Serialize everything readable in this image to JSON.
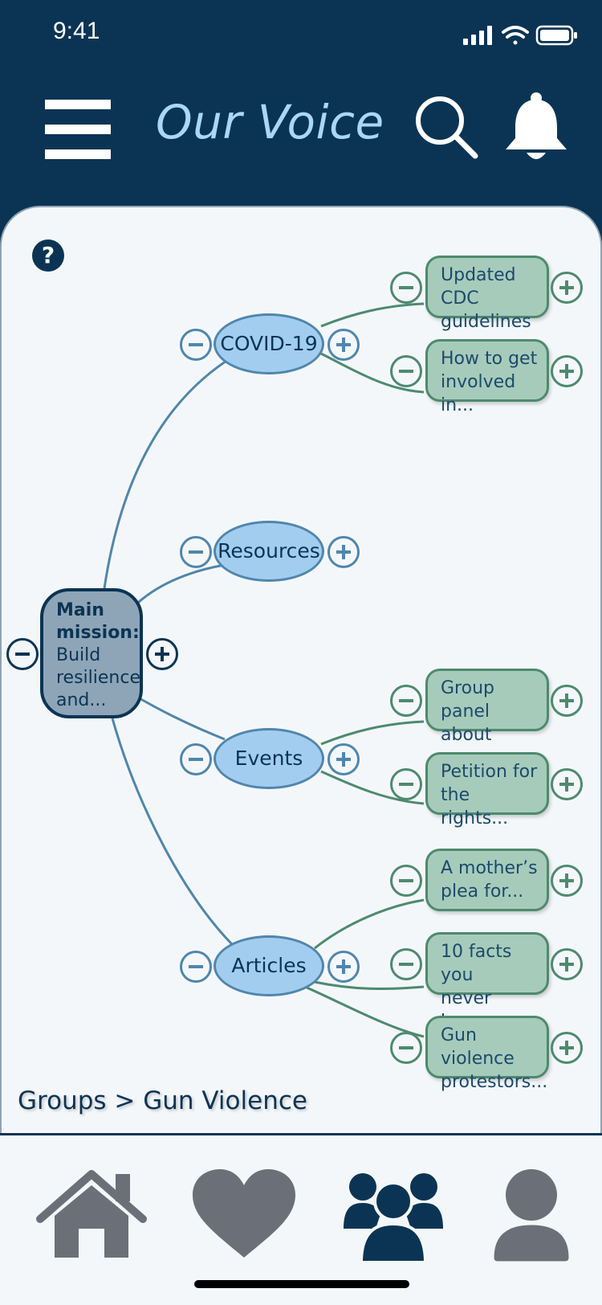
{
  "status_bar": {
    "time": "9:41"
  },
  "header": {
    "title": "Our Voice"
  },
  "help": {
    "label": "?"
  },
  "mindmap": {
    "main": {
      "title": "Main mission:",
      "line1": "Build",
      "line2": "resilience",
      "line3": "and..."
    },
    "branches": {
      "covid": "COVID-19",
      "resources": "Resources",
      "events": "Events",
      "articles": "Articles"
    },
    "leaves": {
      "cdc": [
        "Updated CDC",
        "guidelines"
      ],
      "involved": [
        "How to get",
        "involved in..."
      ],
      "panel": [
        "Group panel",
        "about gun..."
      ],
      "petition": [
        "Petition for",
        "the rights..."
      ],
      "mother": [
        "A mother’s",
        "plea for..."
      ],
      "facts": [
        "10 facts you",
        "never knew..."
      ],
      "protestors": [
        "Gun violence",
        "protestors..."
      ]
    }
  },
  "breadcrumb": {
    "parent": "Groups",
    "separator": ">",
    "current": "Gun Violence"
  },
  "tabs": [
    {
      "name": "home",
      "icon": "home-icon",
      "active": false
    },
    {
      "name": "favorites",
      "icon": "heart-icon",
      "active": false
    },
    {
      "name": "groups",
      "icon": "groups-icon",
      "active": true
    },
    {
      "name": "profile",
      "icon": "profile-icon",
      "active": false
    }
  ],
  "colors": {
    "header_bg": "#0b3454",
    "title": "#a9d8f6",
    "branch_fill": "#a3cdef",
    "leaf_fill": "#a7cbbb",
    "main_fill": "#8ea5b8",
    "tab_inactive": "#6b7078",
    "tab_active": "#0b3454"
  }
}
